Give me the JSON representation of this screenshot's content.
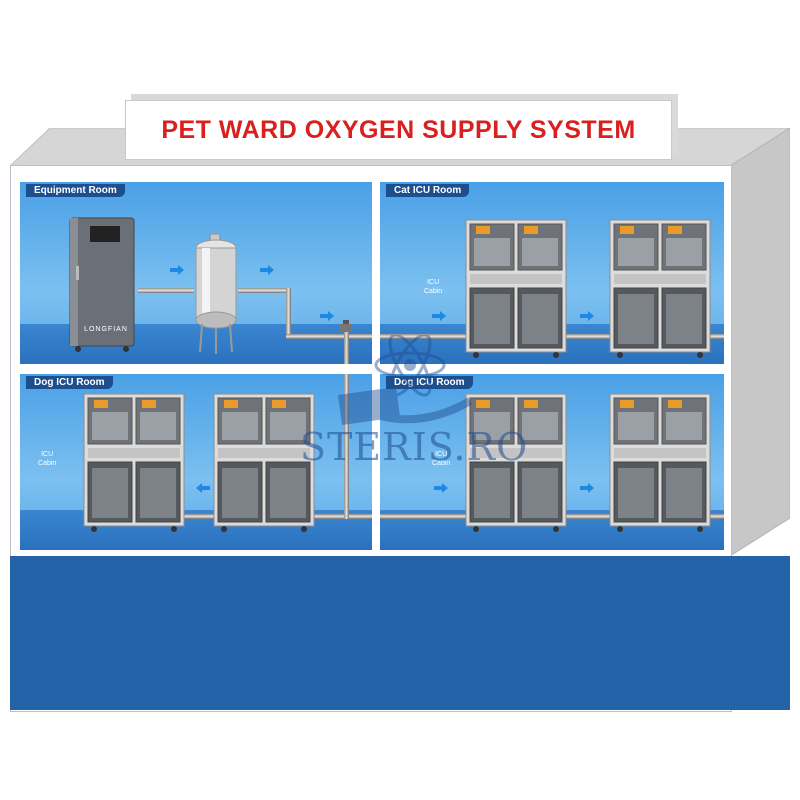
{
  "title": "PET WARD OXYGEN SUPPLY SYSTEM",
  "rooms": {
    "equipment": {
      "label": "Equipment Room",
      "generator_brand": "LONGFIAN"
    },
    "cat_icu": {
      "label": "Cat ICU Room",
      "cabin_label_line1": "ICU",
      "cabin_label_line2": "Cabin"
    },
    "dog_icu_left": {
      "label": "Dog ICU Room",
      "cabin_label_line1": "ICU",
      "cabin_label_line2": "Cabin"
    },
    "dog_icu_right": {
      "label": "Dog ICU Room",
      "cabin_label_line1": "ICU",
      "cabin_label_line2": "Cabin"
    }
  },
  "watermark": {
    "text": "STERIS.RO"
  },
  "colors": {
    "title": "#d9201e",
    "room_blue": "#4aa0e6",
    "base_band": "#2563a8",
    "flow_arrow": "#1e88e5"
  },
  "icons": [
    "oxygen-generator-icon",
    "buffer-tank-icon",
    "icu-cabin-icon",
    "valve-icon",
    "flow-arrow-icon",
    "atom-watermark-icon"
  ]
}
